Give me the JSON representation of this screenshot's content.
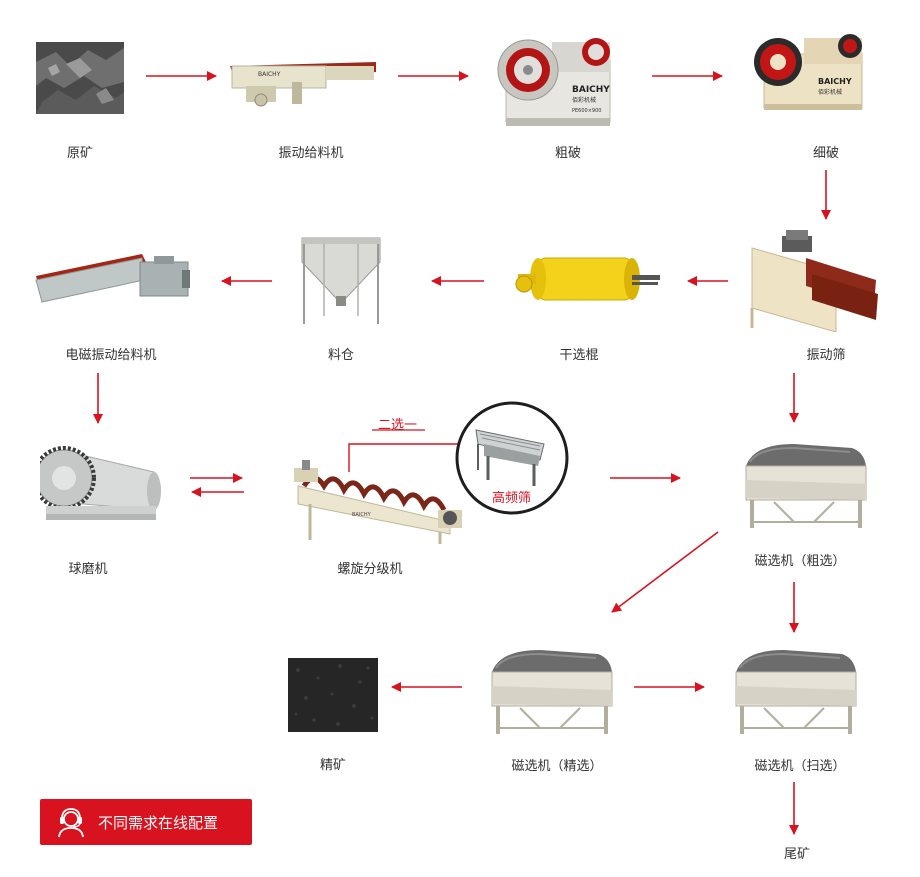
{
  "colors": {
    "arrow": "#d9121f",
    "accent": "#d9121f",
    "label": "#333333"
  },
  "nodes": {
    "raw_ore": "原矿",
    "vibrating_feeder": "振动给料机",
    "coarse_crush": "粗破",
    "fine_crush": "细破",
    "vibrating_screen": "振动筛",
    "dry_separator_roller": "干选棍",
    "silo": "料仓",
    "em_vibrating_feeder": "电磁振动给料机",
    "ball_mill": "球磨机",
    "spiral_classifier": "螺旋分级机",
    "high_freq_screen": "高频筛",
    "mag_rough": "磁选机（粗选）",
    "mag_clean": "磁选机（精选）",
    "mag_scavenge": "磁选机（扫选）",
    "concentrate": "精矿",
    "tailings": "尾矿"
  },
  "choice_note": "二选一",
  "cta": {
    "label": "不同需求在线配置",
    "icon": "customer-service-icon"
  },
  "machine_marks": {
    "brand": "BAICHY",
    "brand_cn": "佰彩机械",
    "model": "PE600×900"
  }
}
